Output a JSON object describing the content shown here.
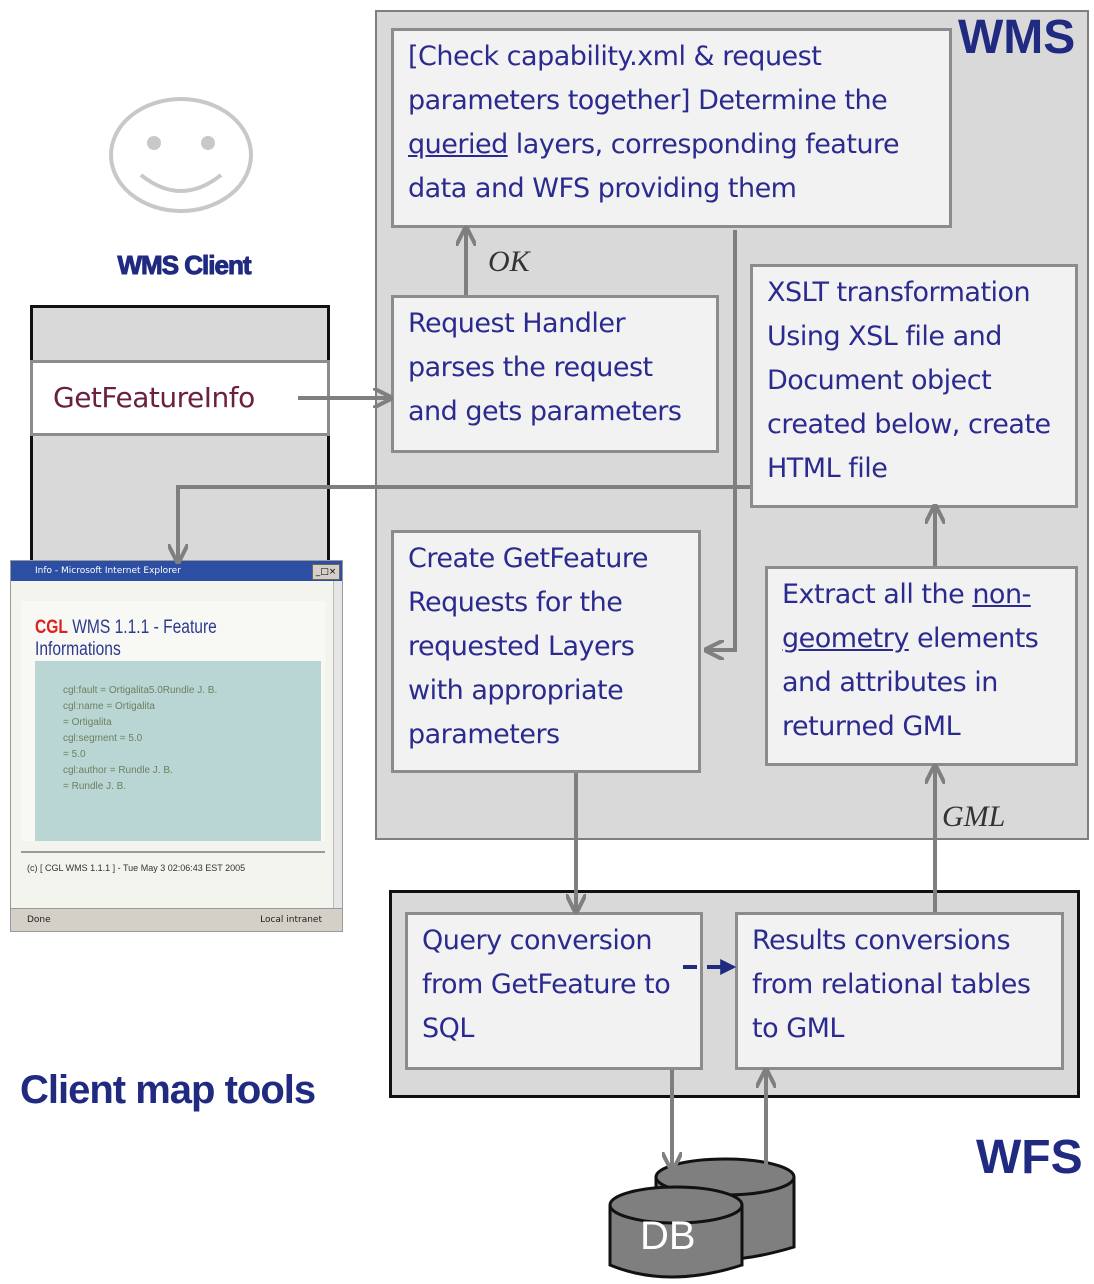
{
  "wms_label": "WMS",
  "wfs_label": "WFS",
  "client_label": "WMS Client",
  "client_tools_label": "Client map tools",
  "client_button": "GetFeatureInfo",
  "boxes": {
    "check": {
      "prefix": "[Check capability.xml & request parameters together] Determine the ",
      "underlined": "queried",
      "suffix": " layers, corresponding feature data and WFS providing them"
    },
    "request_handler": "Request Handler parses the request and gets parameters",
    "xslt": "XSLT transformation Using XSL file and Document object created below, create HTML file",
    "create_getfeature": "Create GetFeature Requests for the requested Layers with appropriate parameters",
    "extract": {
      "prefix": "Extract all the ",
      "underlined": "non-geometry",
      "suffix": " elements and attributes in returned GML"
    },
    "query_conversion": "Query conversion from GetFeature to SQL",
    "results_conversion": "Results conversions from relational tables to GML"
  },
  "edge_labels": {
    "ok": "OK",
    "gml": "GML"
  },
  "db_label": "DB",
  "browser": {
    "window_title": "Info - Microsoft Internet Explorer",
    "heading_brand": "CGL",
    "heading_rest": "WMS 1.1.1 - Feature Informations",
    "lines": [
      "cgl:fault = Ortigalita5.0Rundle J. B.",
      "cgl:name = Ortigalita",
      "= Ortigalita",
      "cgl:segment = 5.0",
      "= 5.0",
      "cgl:author = Rundle J. B.",
      "= Rundle J. B."
    ],
    "footer": "(c) [ CGL WMS 1.1.1 ] - Tue May 3 02:06:43 EST 2005",
    "status_left": "Done",
    "status_right": "Local intranet"
  },
  "colors": {
    "box_text": "#2b2b8f",
    "title": "#1f2a80",
    "panel": "#d9d9d9",
    "brand_red": "#e02020"
  }
}
